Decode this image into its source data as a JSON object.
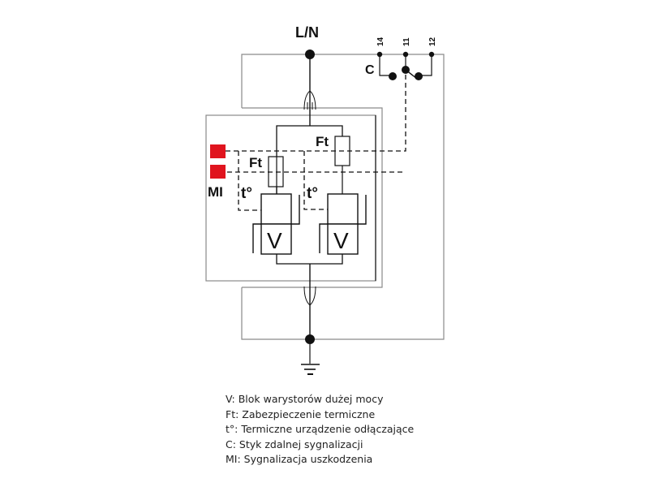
{
  "diagram": {
    "terminals": {
      "line": "L/N",
      "contact_pins": [
        "14",
        "11",
        "12"
      ],
      "contact_label": "C"
    },
    "components": {
      "thermal_fuse_label": "Ft",
      "thermal_disconnector_label": "t°",
      "varistor_label": "V",
      "fault_indicator_label": "MI"
    },
    "colors": {
      "indicator": "#e0141e",
      "wire": "#111111",
      "frame": "#8a8a8a"
    }
  },
  "legend": [
    "V: Blok warystorów dużej mocy",
    "Ft: Zabezpieczenie termiczne",
    "t°: Termiczne urządzenie odłączające",
    "C: Styk zdalnej sygnalizacji",
    "MI: Sygnalizacja uszkodzenia"
  ]
}
